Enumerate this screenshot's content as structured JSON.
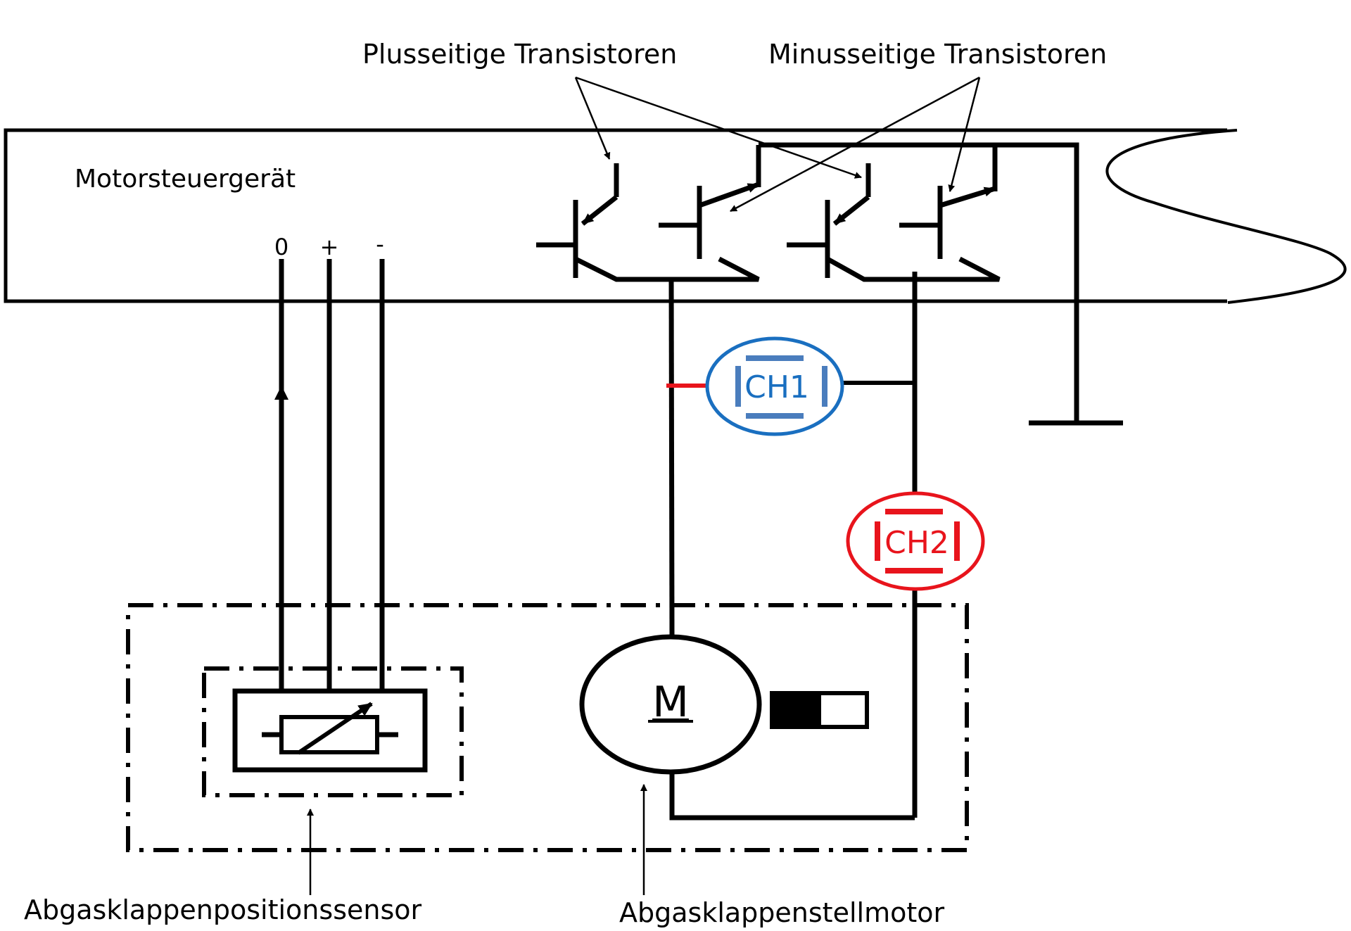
{
  "labels": {
    "plus_transistors": "Plusseitige Transistoren",
    "minus_transistors": "Minusseitige Transistoren",
    "ecu": "Motorsteuergerät",
    "terminal_zero": "0",
    "terminal_plus": "+",
    "terminal_minus": "-",
    "ch1": "CH1",
    "ch2": "CH2",
    "motor_symbol": "M",
    "sensor": "Abgasklappenpositionssensor",
    "actuator_motor": "Abgasklappenstellmotor"
  },
  "colors": {
    "line": "#000000",
    "ch1_ring": "#1a6fc0",
    "ch1_text": "#1a6fc0",
    "ch1_bars": "#4a7dbd",
    "ch2": "#e8141c",
    "probe_lead": "#e8141c"
  }
}
